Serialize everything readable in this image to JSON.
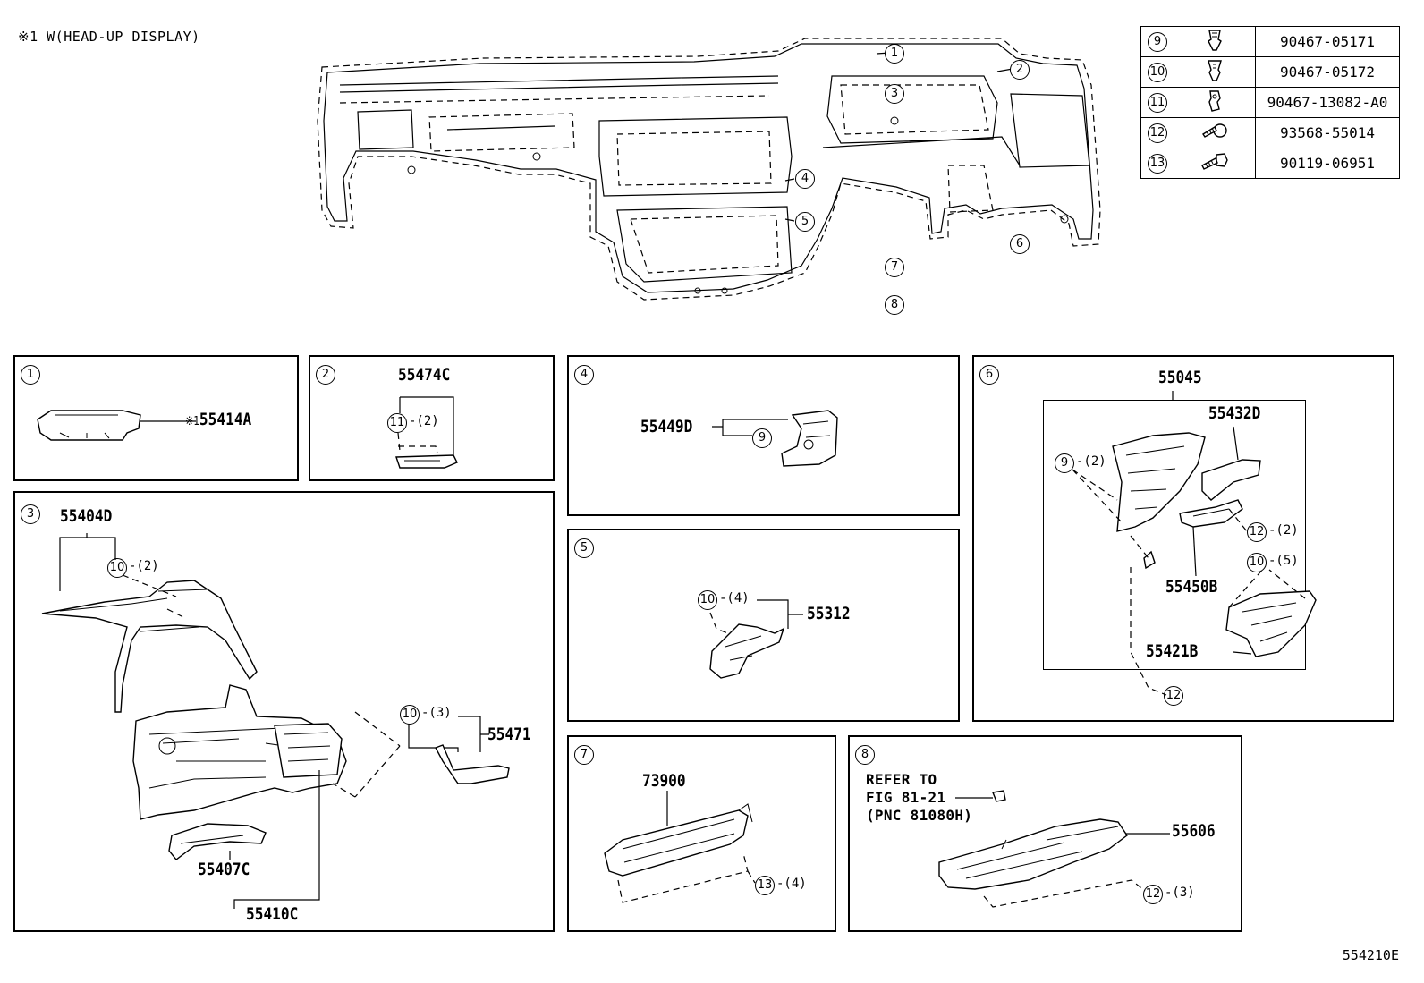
{
  "note": "※1 W(HEAD-UP DISPLAY)",
  "figure_id": "554210E",
  "legend": [
    {
      "num": "9",
      "icon": "clip-icon",
      "part": "90467-05171"
    },
    {
      "num": "10",
      "icon": "clip-icon",
      "part": "90467-05172"
    },
    {
      "num": "11",
      "icon": "clip-icon",
      "part": "90467-13082-A0"
    },
    {
      "num": "12",
      "icon": "screw-icon",
      "part": "93568-55014"
    },
    {
      "num": "13",
      "icon": "bolt-icon",
      "part": "90119-06951"
    }
  ],
  "overview_callouts": [
    "1",
    "2",
    "3",
    "4",
    "5",
    "6",
    "7",
    "8"
  ],
  "panels": {
    "p1": {
      "num": "1",
      "part": "55414A",
      "mark": "※1"
    },
    "p2": {
      "num": "2",
      "part": "55474C",
      "fastener": "11",
      "qty": "-(2)"
    },
    "p3": {
      "num": "3",
      "parts": [
        "55404D",
        "55407C",
        "55410C",
        "55471"
      ],
      "f1": "10",
      "q1": "-(2)",
      "f2": "10",
      "q2": "-(3)"
    },
    "p4": {
      "num": "4",
      "part": "55449D",
      "fastener": "9"
    },
    "p5": {
      "num": "5",
      "part": "55312",
      "fastener": "10",
      "qty": "-(4)"
    },
    "p6": {
      "num": "6",
      "parts": [
        "55045",
        "55432D",
        "55450B",
        "55421B"
      ],
      "f1": "9",
      "q1": "-(2)",
      "f2": "12",
      "q2": "-(2)",
      "f3": "10",
      "q3": "-(5)",
      "f4": "12"
    },
    "p7": {
      "num": "7",
      "part": "73900",
      "fastener": "13",
      "qty": "-(4)"
    },
    "p8": {
      "num": "8",
      "part": "55606",
      "refer": "REFER TO\nFIG 81-21\n(PNC 81080H)",
      "fastener": "12",
      "qty": "-(3)"
    }
  }
}
